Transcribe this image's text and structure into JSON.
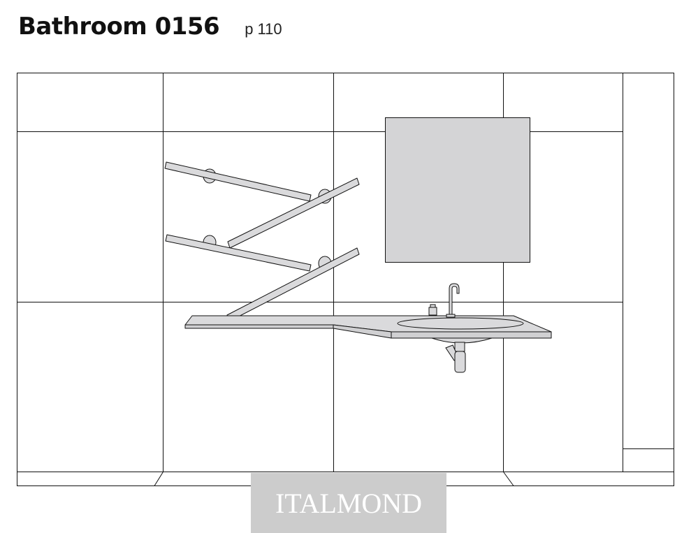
{
  "header": {
    "title": "Bathroom 0156",
    "page_ref": "p 110"
  },
  "watermark": {
    "text": "ITALMOND"
  },
  "colors": {
    "line": "#111111",
    "mirror_fill": "#d4d4d6",
    "fixture_fill": "#dadadc",
    "watermark_bg": "#cccccc",
    "watermark_text": "#ffffff"
  }
}
